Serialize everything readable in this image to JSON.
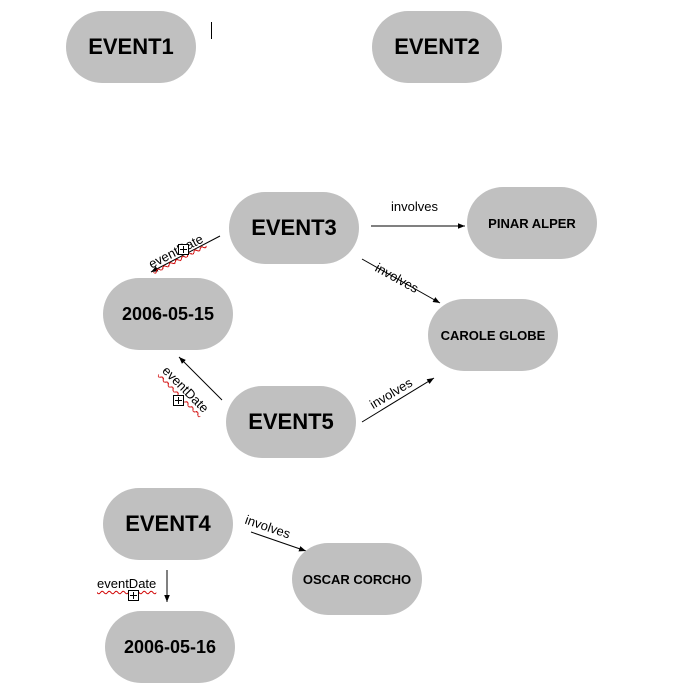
{
  "nodes": {
    "event1": "EVENT1",
    "event2": "EVENT2",
    "event3": "EVENT3",
    "event4": "EVENT4",
    "event5": "EVENT5",
    "date1": "2006-05-15",
    "date2": "2006-05-16",
    "pinar": "PINAR ALPER",
    "carole": "CAROLE GLOBE",
    "oscar": "OSCAR CORCHO"
  },
  "edges": [
    {
      "from": "EVENT3",
      "to": "PINAR ALPER",
      "label": "involves"
    },
    {
      "from": "EVENT3",
      "to": "CAROLE GLOBE",
      "label": "involves"
    },
    {
      "from": "EVENT5",
      "to": "CAROLE GLOBE",
      "label": "involves"
    },
    {
      "from": "EVENT4",
      "to": "OSCAR CORCHO",
      "label": "involves"
    },
    {
      "from": "EVENT3",
      "to": "2006-05-15",
      "label": "eventDate"
    },
    {
      "from": "EVENT5",
      "to": "2006-05-15",
      "label": "eventDate"
    },
    {
      "from": "EVENT4",
      "to": "2006-05-16",
      "label": "eventDate"
    }
  ],
  "colors": {
    "node_fill": "#c0c0c0",
    "spellcheck_underline": "#d00000"
  }
}
